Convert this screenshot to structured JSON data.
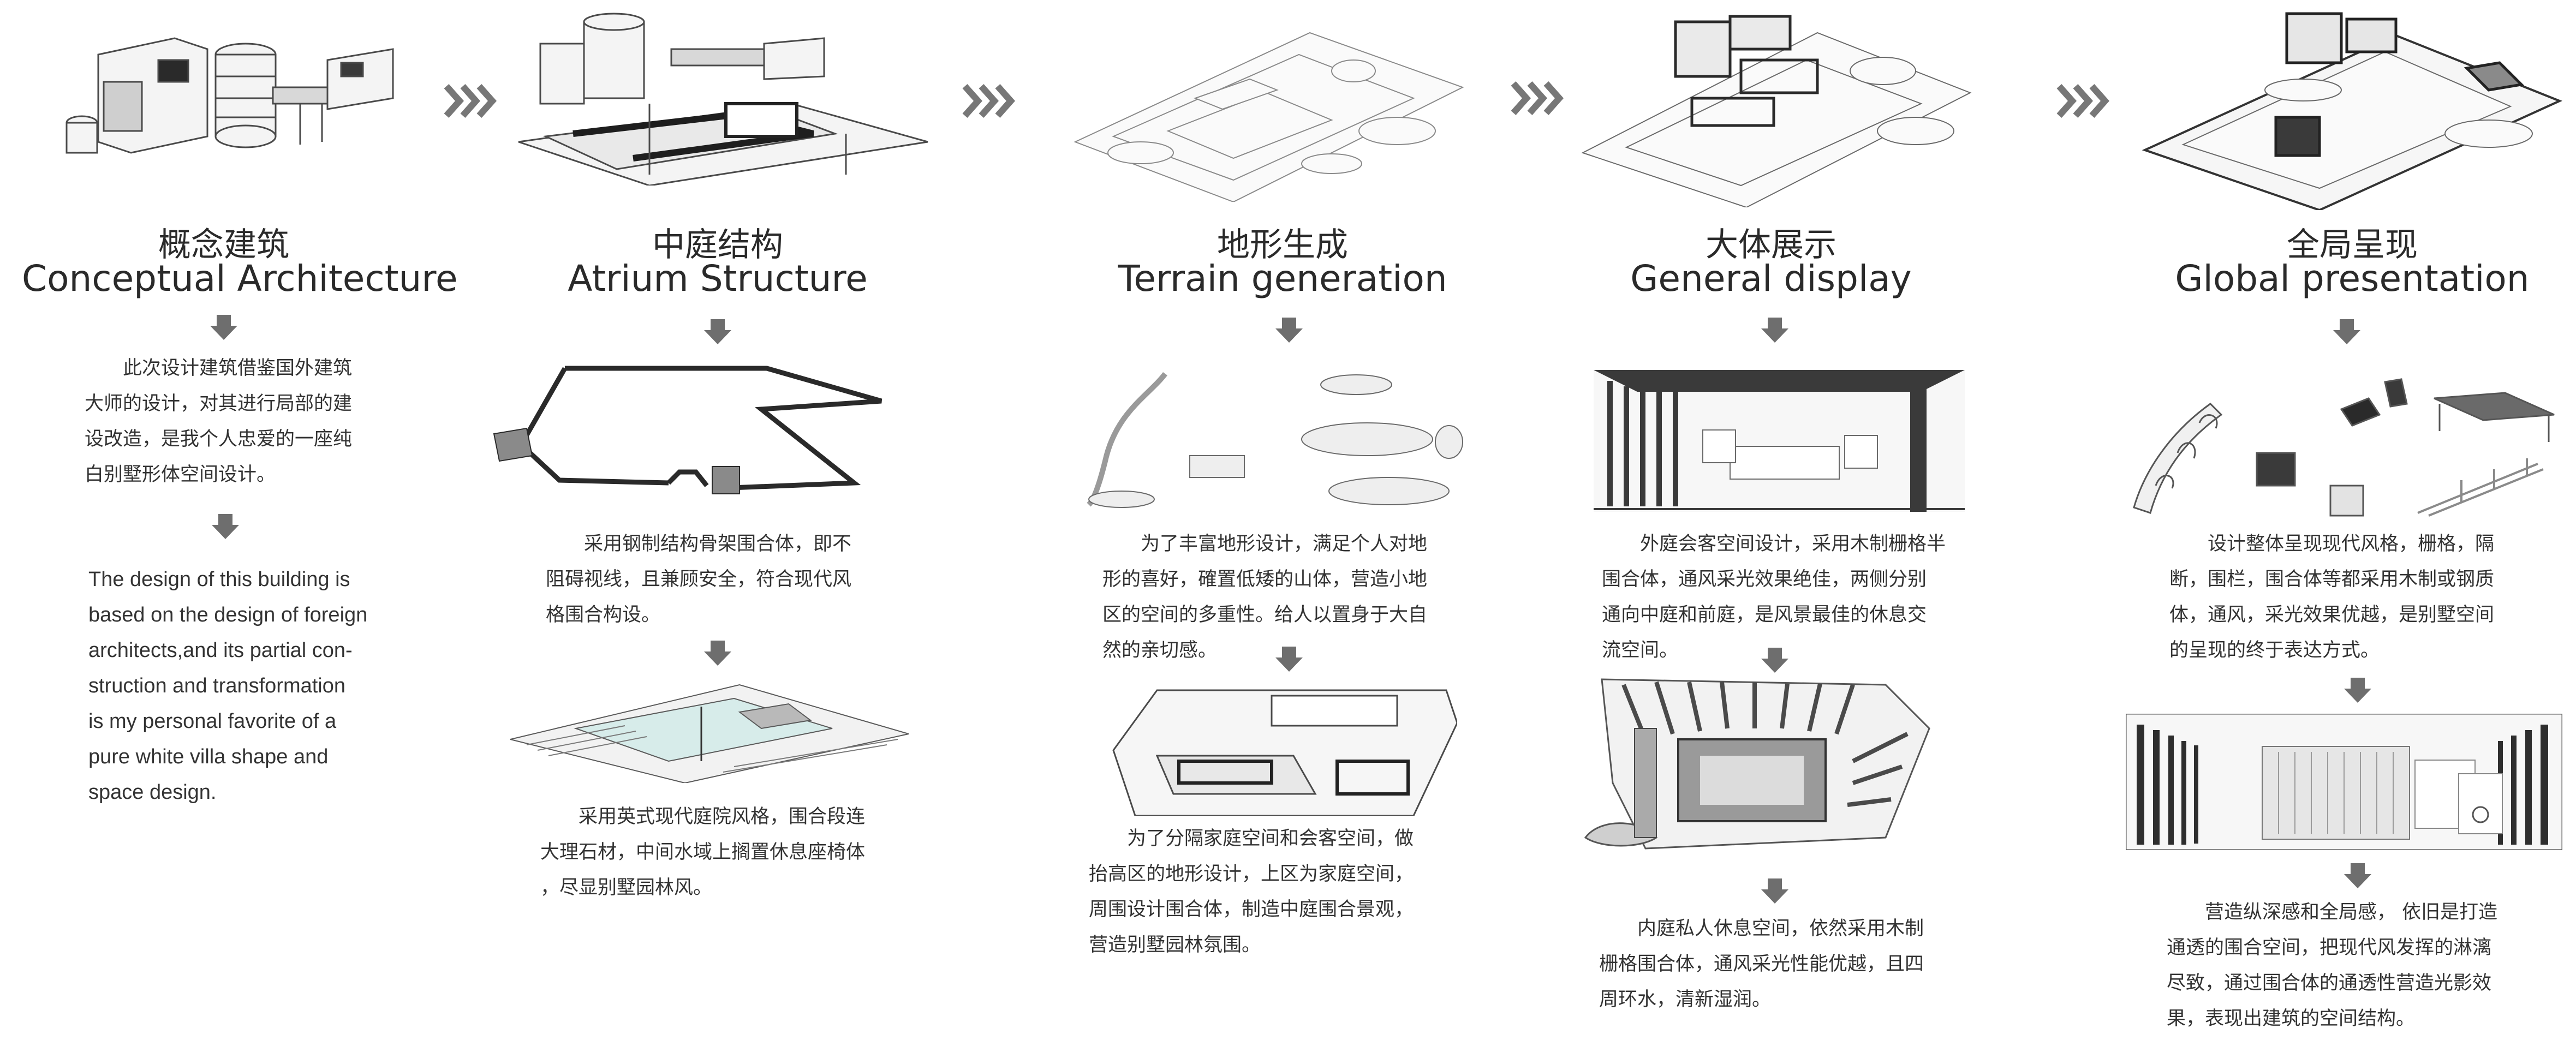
{
  "stages": [
    {
      "id": "conceptual",
      "title_zh": "概念建筑",
      "title_en": "Conceptual Architecture",
      "paragraphs": [
        {
          "lines": [
            "　　此次设计建筑借鉴国外建筑",
            "大师的设计，对其进行局部的建",
            "设改造，是我个人忠爱的一座纯",
            "白别墅形体空间设计。"
          ]
        }
      ],
      "english_lines": [
        "The design of this building is",
        "based on the design of foreign",
        "architects,and its partial con-",
        "struction and transformation",
        "is my personal favorite of a",
        "pure white villa shape and",
        "space design."
      ]
    },
    {
      "id": "atrium",
      "title_zh": "中庭结构",
      "title_en": "Atrium Structure",
      "paragraphs": [
        {
          "lines": [
            "　　采用钢制结构骨架围合体，即不",
            "阻碍视线，且兼顾安全，符合现代风",
            "格围合构设。"
          ]
        },
        {
          "lines": [
            "　　采用英式现代庭院风格，围合段连",
            "大理石材，中间水域上搁置休息座椅体",
            "，尽显别墅园林风。"
          ]
        }
      ]
    },
    {
      "id": "terrain",
      "title_zh": "地形生成",
      "title_en": "Terrain generation",
      "paragraphs": [
        {
          "lines": [
            "　　为了丰富地形设计，满足个人对地",
            "形的喜好，確置低矮的山体，营造小地",
            "区的空间的多重性。给人以置身于大自",
            "然的亲切感。"
          ]
        },
        {
          "lines": [
            "　　为了分隔家庭空间和会客空间，做",
            "抬高区的地形设计，上区为家庭空间，",
            "周围设计围合体，制造中庭围合景观，",
            "营造别墅园林氛围。"
          ]
        }
      ]
    },
    {
      "id": "general",
      "title_zh": "大体展示",
      "title_en": "General display",
      "paragraphs": [
        {
          "lines": [
            "　　外庭会客空间设计，采用木制栅格半",
            "围合体，通风采光效果绝佳，两侧分别",
            "通向中庭和前庭，是风景最佳的休息交",
            "流空间。"
          ]
        },
        {
          "lines": [
            "　　内庭私人休息空间，依然采用木制",
            "栅格围合体，通风采光性能优越，且四",
            "周环水，清新湿润。"
          ]
        }
      ]
    },
    {
      "id": "global",
      "title_zh": "全局呈现",
      "title_en": "Global presentation",
      "paragraphs": [
        {
          "lines": [
            "　　设计整体呈现现代风格，栅格，隔",
            "断，围栏，围合体等都采用木制或钢质",
            "体，通风，采光效果优越，是别墅空间",
            "的呈现的终于表达方式。"
          ]
        },
        {
          "lines": [
            "　　营造纵深感和全局感，  依旧是打造",
            "通透的围合空间，把现代风发挥的淋漓",
            "尽致，通过围合体的通透性营造光影效",
            "果，表现出建筑的空间结构。"
          ]
        }
      ]
    }
  ],
  "colors": {
    "text": "#2b2b2b",
    "arrow": "#6e6e6e",
    "chevron": "#777777",
    "sketch_stroke": "#4a4a4a",
    "sketch_dark": "#2a2a2a",
    "sketch_fill": "#efefef"
  }
}
